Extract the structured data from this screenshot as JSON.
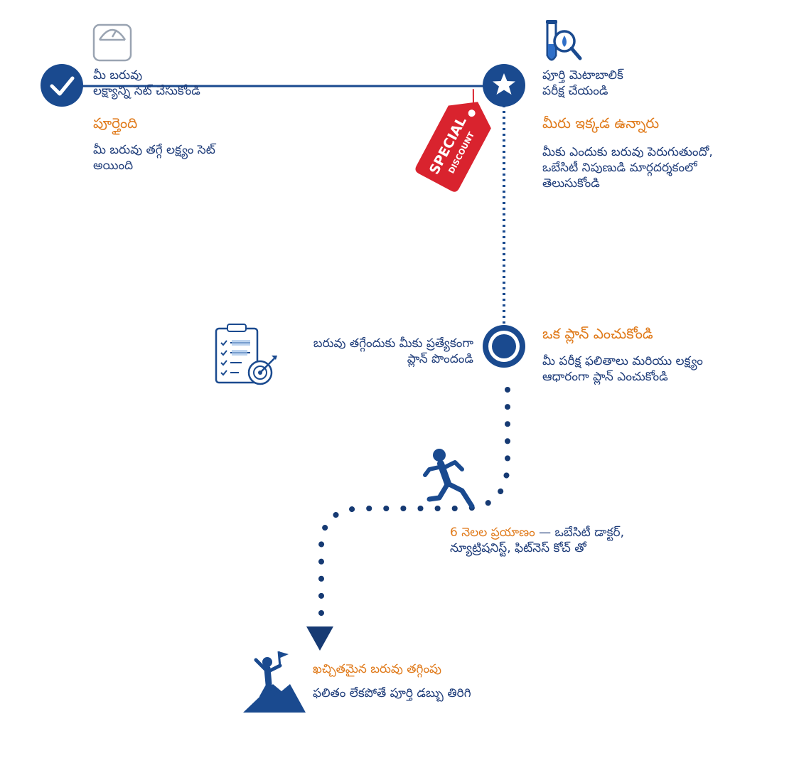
{
  "colors": {
    "primary": "#1a4a8f",
    "dark": "#163a73",
    "accent": "#e07a1a",
    "badge_red": "#d9232e",
    "icon_gray": "#9aa4b2"
  },
  "steps": {
    "goal": {
      "title": "మీ బరువు\nలక్ష్యాన్ని సెట్ చేసుకోండి",
      "status": "పూర్తైంది",
      "desc": "మీ బరువు తగ్గే లక్ష్యం సెట్\nఅయింది",
      "icon": "scale-icon",
      "marker_icon": "check-icon"
    },
    "test": {
      "title": "పూర్తి మెటాబాలిక్\nపరీక్ష చేయండి",
      "status": "మీరు ఇక్కడ ఉన్నారు",
      "desc": "మీకు ఎందుకు బరువు పెరుగుతుందో,\nఒబేసిటీ నిపుణుడి మార్గదర్శకంలో\nతెలుసుకోండి",
      "icon": "test-tube-magnifier-icon",
      "marker_icon": "star-icon",
      "badge_line1": "SPECIAL",
      "badge_line2": "DISCOUNT"
    },
    "plan": {
      "title": "ఒక ప్లాన్ ఎంచుకోండి",
      "desc": "మీ పరీక్ష ఫలితాలు మరియు లక్ష్యం\nఆధారంగా ప్లాన్ ఎంచుకోండి",
      "side_text": "బరువు తగ్గేందుకు మీకు ప్రత్యేకంగా\nప్లాన్ పొందండి",
      "icon": "clipboard-target-icon",
      "marker_icon": "ring-icon"
    },
    "journey": {
      "highlight": "6 నెలల ప్రయాణం",
      "rest": " — ఒబేసిటీ డాక్టర్,",
      "line2": "న్యూట్రిషనిస్ట్, ఫిట్‌నెస్ కోచ్ తో",
      "icon": "runner-icon"
    },
    "result": {
      "title": "ఖచ్చితమైన బరువు తగ్గింపు",
      "desc": "ఫలితం లేకపోతే పూర్తి డబ్బు తిరిగి",
      "icon": "summit-flag-icon"
    }
  }
}
